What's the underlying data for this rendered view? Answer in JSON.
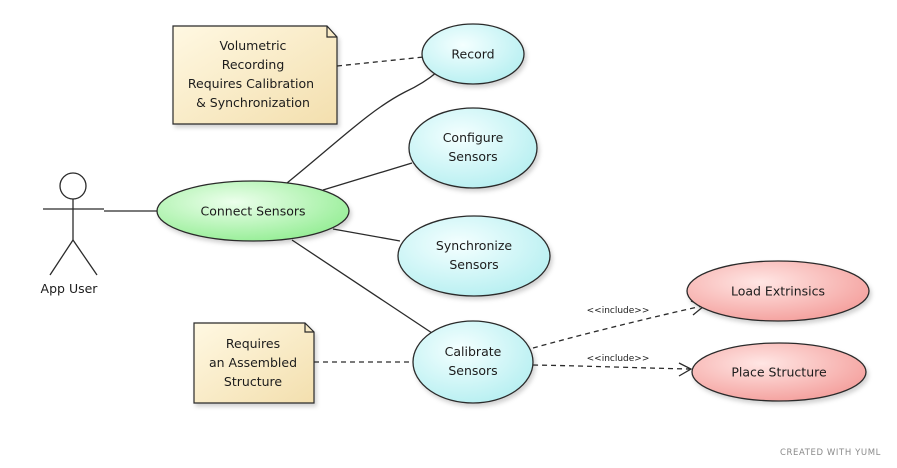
{
  "actor": {
    "label": "App User"
  },
  "use_cases": {
    "connect": {
      "lines": [
        "Connect Sensors"
      ],
      "color": "#9ef29e"
    },
    "record": {
      "lines": [
        "Record"
      ],
      "color": "#bff4f4"
    },
    "configure": {
      "lines": [
        "Configure",
        "Sensors"
      ],
      "color": "#bff4f4"
    },
    "synchronize": {
      "lines": [
        "Synchronize",
        "Sensors"
      ],
      "color": "#bff4f4"
    },
    "calibrate": {
      "lines": [
        "Calibrate",
        "Sensors"
      ],
      "color": "#bff4f4"
    },
    "load_extrinsics": {
      "lines": [
        "Load Extrinsics"
      ],
      "color": "#f59e9e"
    },
    "place_structure": {
      "lines": [
        "Place Structure"
      ],
      "color": "#f59e9e"
    }
  },
  "notes": {
    "volumetric": {
      "lines": [
        "Volumetric",
        "Recording",
        "Requires Calibration",
        "& Synchronization"
      ],
      "color": "#f8e7b8"
    },
    "assembled": {
      "lines": [
        "Requires",
        "an Assembled",
        "Structure"
      ],
      "color": "#f8e7b8"
    }
  },
  "relations": {
    "include_label": "<<include>>"
  },
  "watermark": "CREATED WITH YUML"
}
